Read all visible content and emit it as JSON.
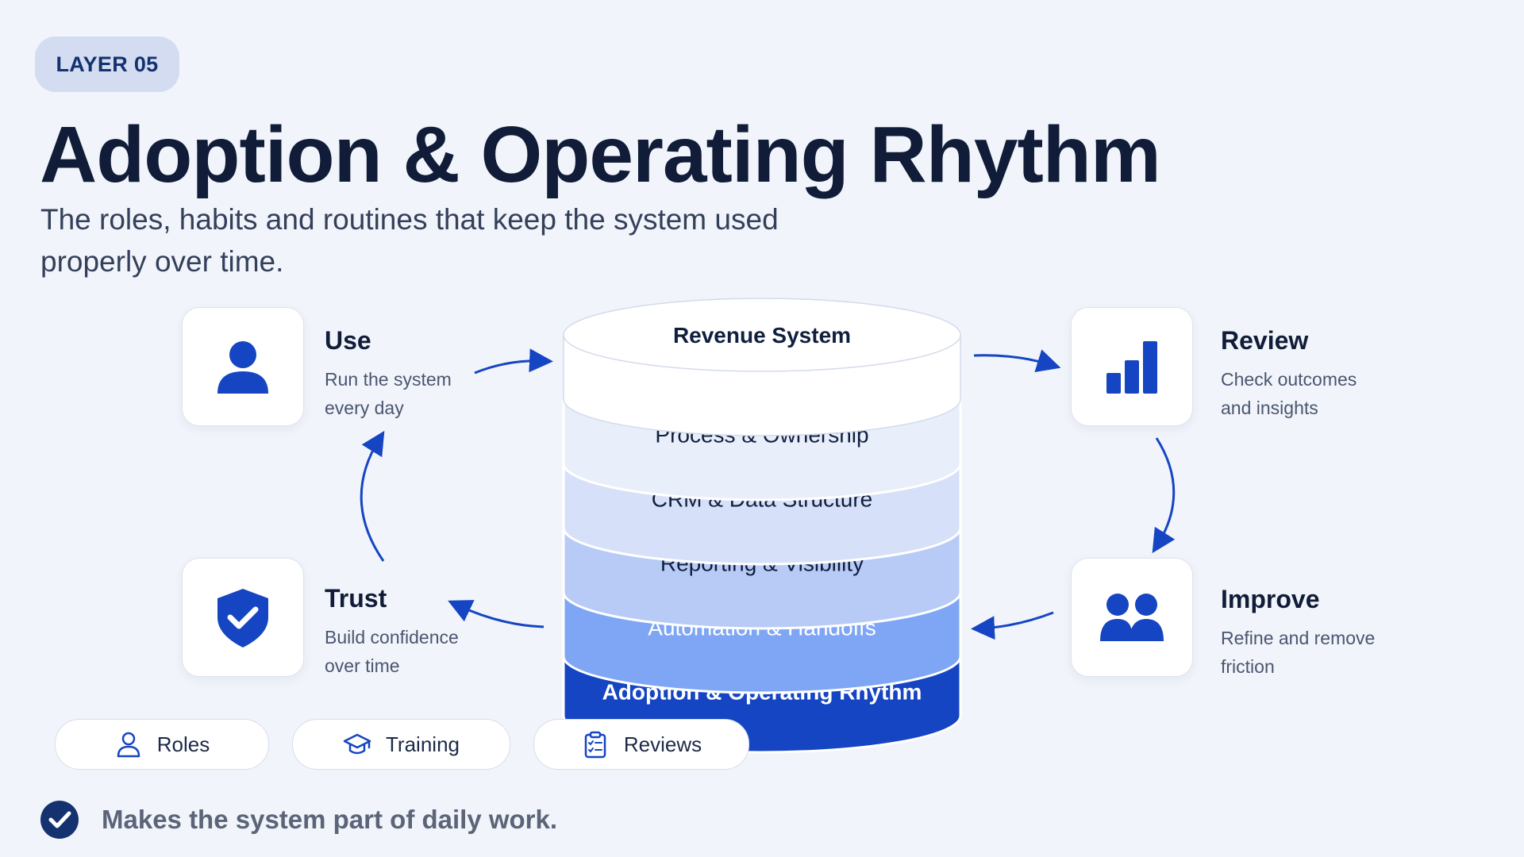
{
  "badge": "LAYER 05",
  "title": "Adoption & Operating Rhythm",
  "subtitle": "The roles, habits and routines that keep the system used properly over time.",
  "colors": {
    "brand": "#1545c2",
    "dark_blue": "#1044c6",
    "badge_bg": "#d3dcf1"
  },
  "stack": {
    "layers": [
      {
        "label": "Revenue System",
        "color": "#ffffff",
        "text_color": "#0f1f3d"
      },
      {
        "label": "Process & Ownership",
        "color": "#e9eefb",
        "text_color": "#0f1f3d"
      },
      {
        "label": "CRM & Data Structure",
        "color": "#d6e0f8",
        "text_color": "#0f1f3d"
      },
      {
        "label": "Reporting & Visibility",
        "color": "#b8cbf6",
        "text_color": "#0f1f3d"
      },
      {
        "label": "Automation & Handoffs",
        "color": "#7fa6f4",
        "text_color": "#ffffff"
      },
      {
        "label": "Adoption & Operating Rhythm",
        "color": "#1545c2",
        "text_color": "#ffffff"
      }
    ]
  },
  "steps": {
    "use": {
      "title": "Use",
      "desc": "Run the system every day",
      "icon": "user-icon"
    },
    "review": {
      "title": "Review",
      "desc": "Check outcomes and insights",
      "icon": "bar-chart-icon"
    },
    "improve": {
      "title": "Improve",
      "desc": "Refine and remove friction",
      "icon": "people-icon"
    },
    "trust": {
      "title": "Trust",
      "desc": "Build confidence over time",
      "icon": "shield-check-icon"
    }
  },
  "pills": [
    {
      "label": "Roles",
      "icon": "person-outline-icon"
    },
    {
      "label": "Training",
      "icon": "graduation-cap-icon"
    },
    {
      "label": "Reviews",
      "icon": "clipboard-checklist-icon"
    }
  ],
  "footer": {
    "text": "Makes the system part of daily work.",
    "icon": "check-circle-icon"
  }
}
